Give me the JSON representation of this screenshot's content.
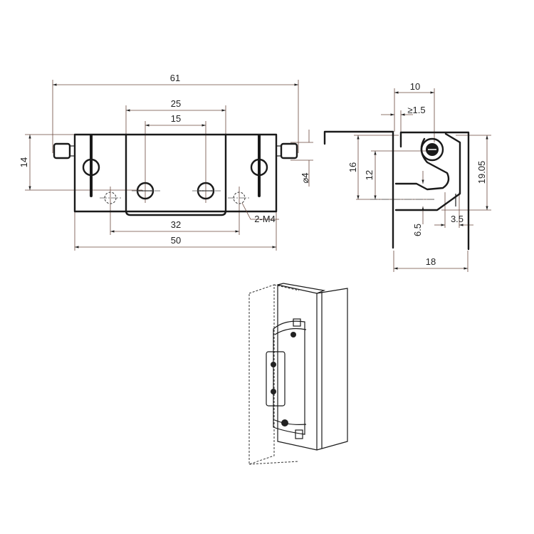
{
  "front_view": {
    "dim_overall_length": "61",
    "dim_center_leaf_width": "25",
    "dim_screw_spacing": "15",
    "dim_height": "14",
    "dim_pin_diameter": "⌀4",
    "thread_callout": "2-M4",
    "dim_thread_spacing": "32",
    "dim_base_width": "50"
  },
  "side_view": {
    "dim_offset": "10",
    "dim_gap": "≥1.5",
    "dim_depth_16": "16",
    "dim_depth_12": "12",
    "dim_depth_19": "19.05",
    "dim_6_5": "6.5",
    "dim_3_5": "3.5",
    "dim_width": "18"
  },
  "colors": {
    "line": "#1a1a1a",
    "dimension": "#6b4a3e",
    "background": "#ffffff"
  }
}
